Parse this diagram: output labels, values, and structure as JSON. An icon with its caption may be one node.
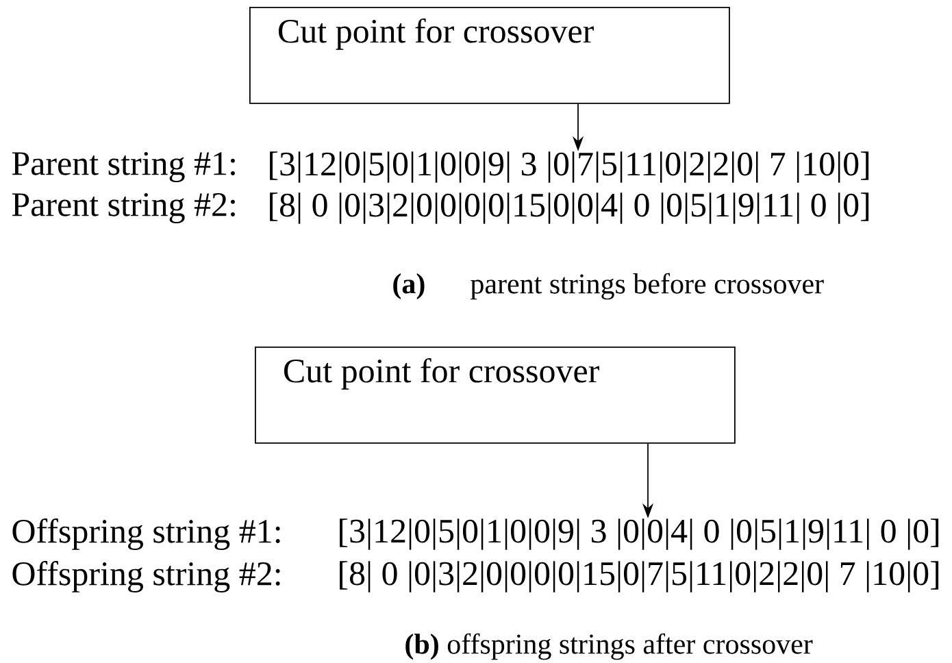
{
  "diagram": {
    "nodes": [
      {
        "text": [
          "Cut point for crossover"
        ]
      },
      {
        "text": [
          "[3|12|0|5|0|1|0|0|9| 3 |0|7|5|11|0|2|2|0| 7 |10|0]"
        ]
      },
      {
        "text": [
          "Cut point for crossover"
        ]
      },
      {
        "text": [
          "[3|12|0|5|0|1|0|0|9| 3 |0|0|4| 0 |0|5|1|9|11| 0 |0]"
        ]
      }
    ],
    "edges": [
      {
        "from": 0,
        "to": 1,
        "arrow": "to"
      },
      {
        "from": 2,
        "to": 3,
        "arrow": "to"
      }
    ],
    "labels": [
      "Parent string #1:",
      "Parent string #2:",
      "[8| 0 |0|3|2|0|0|0|0|15|0|0|4| 0 |0|5|1|9|11| 0 |0]",
      "(a)",
      "parent strings before crossover",
      "Offspring string #1:",
      "Offspring string #2:",
      "[8| 0 |0|3|2|0|0|0|0|15|0|7|5|11|0|2|2|0| 7 |10|0]",
      "**(b)** offspring strings after crossover"
    ]
  }
}
